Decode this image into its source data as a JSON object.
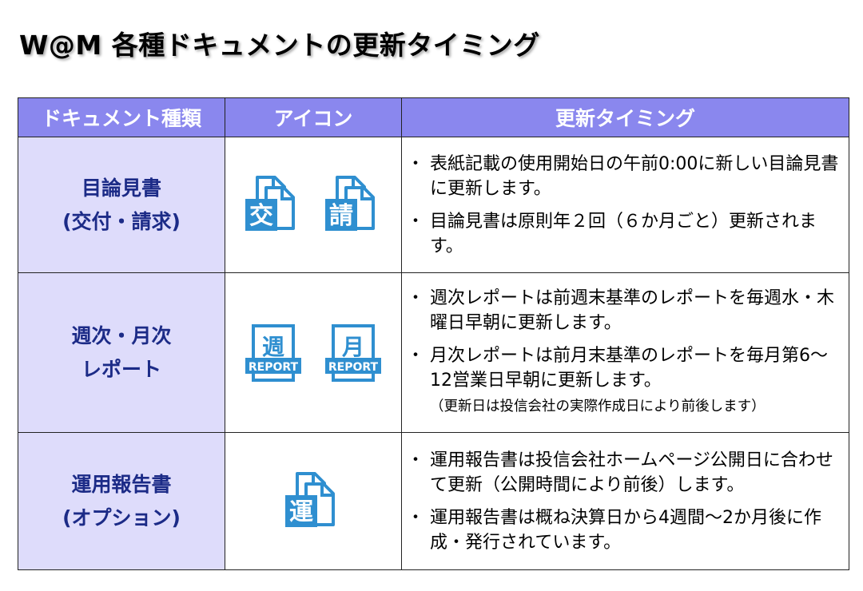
{
  "title": "W@M 各種ドキュメントの更新タイミング",
  "colors": {
    "header_bg": "#8a87ee",
    "type_bg": "#dedcfb",
    "type_text": "#1c2b87",
    "icon_blue": "#2f8fd0"
  },
  "header": {
    "type": "ドキュメント種類",
    "icon": "アイコン",
    "timing": "更新タイミング"
  },
  "rows": [
    {
      "type_line1": "目論見書",
      "type_line2": "(交付・請求)",
      "icon1": "交",
      "icon2": "請",
      "bullet1": "表紙記載の使用開始日の午前0:00に新しい目論見書に更新します。",
      "bullet2": "目論見書は原則年２回（６か月ごと）更新されます。"
    },
    {
      "type_line1": "週次・月次",
      "type_line2": "レポート",
      "icon1": "週",
      "icon1_badge": "REPORT",
      "icon2": "月",
      "icon2_badge": "REPORT",
      "bullet1": "週次レポートは前週末基準のレポートを毎週水・木曜日早朝に更新します。",
      "bullet2": "月次レポートは前月末基準のレポートを毎月第6〜12営業日早朝に更新します。",
      "note": "（更新日は投信会社の実際作成日により前後します）"
    },
    {
      "type_line1": "運用報告書",
      "type_line2": "(オプション)",
      "icon1": "運",
      "bullet1": "運用報告書は投信会社ホームページ公開日に合わせて更新（公開時間により前後）します。",
      "bullet2": "運用報告書は概ね決算日から4週間〜2か月後に作成・発行されています。"
    }
  ]
}
